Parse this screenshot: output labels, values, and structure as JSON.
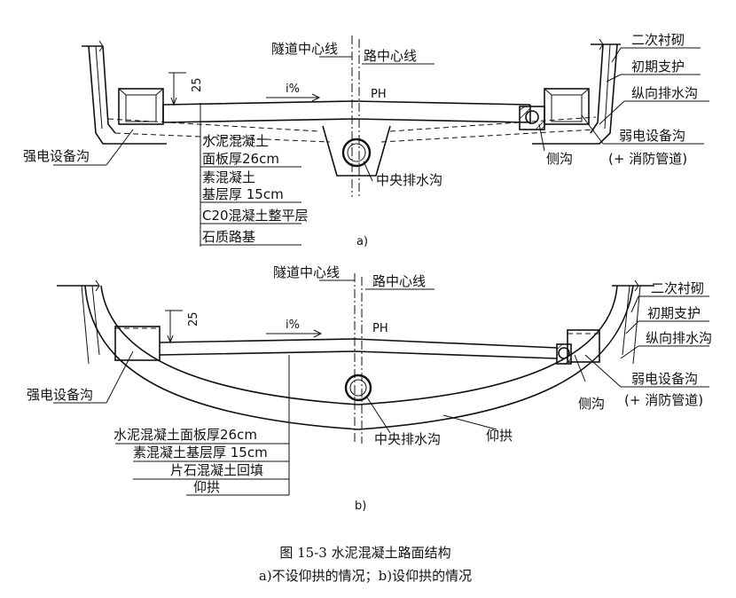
{
  "diagram_a": {
    "label_tunnel_centerline": "隧道中心线",
    "label_road_centerline": "路中心线",
    "label_secondary_lining": "二次衬砌",
    "label_initial_support": "初期支护",
    "label_longitudinal_drain": "纵向排水沟",
    "label_dim_25": "25",
    "label_slope": "i%",
    "label_ph": "PH",
    "label_strong_trench": "强电设备沟",
    "label_weak_trench": "弱电设备沟",
    "label_fire_pipe": "(+ 消防管道)",
    "label_side_ditch": "侧沟",
    "label_central_drain": "中央排水沟",
    "layers": [
      "水泥混凝土",
      "面板厚26cm",
      "素混凝土",
      "基层厚 15cm",
      "C20混凝土整平层",
      "石质路基"
    ],
    "sub_label": "a)"
  },
  "diagram_b": {
    "label_tunnel_centerline": "隧道中心线",
    "label_road_centerline": "路中心线",
    "label_secondary_lining": "二次衬砌",
    "label_initial_support": "初期支护",
    "label_longitudinal_drain": "纵向排水沟",
    "label_dim_25": "25",
    "label_slope": "i%",
    "label_ph": "PH",
    "label_strong_trench": "强电设备沟",
    "label_weak_trench": "弱电设备沟",
    "label_fire_pipe": "(+ 消防管道)",
    "label_side_ditch": "侧沟",
    "label_central_drain": "中央排水沟",
    "label_invert": "仰拱",
    "layers": [
      "水泥混凝土面板厚26cm",
      "素混凝土基层厚 15cm",
      "片石混凝土回填",
      "仰拱"
    ],
    "sub_label": "b)"
  },
  "caption": {
    "title": "图 15-3    水泥混凝土路面结构",
    "subtitle": "a)不设仰拱的情况；b)设仰拱的情况"
  }
}
